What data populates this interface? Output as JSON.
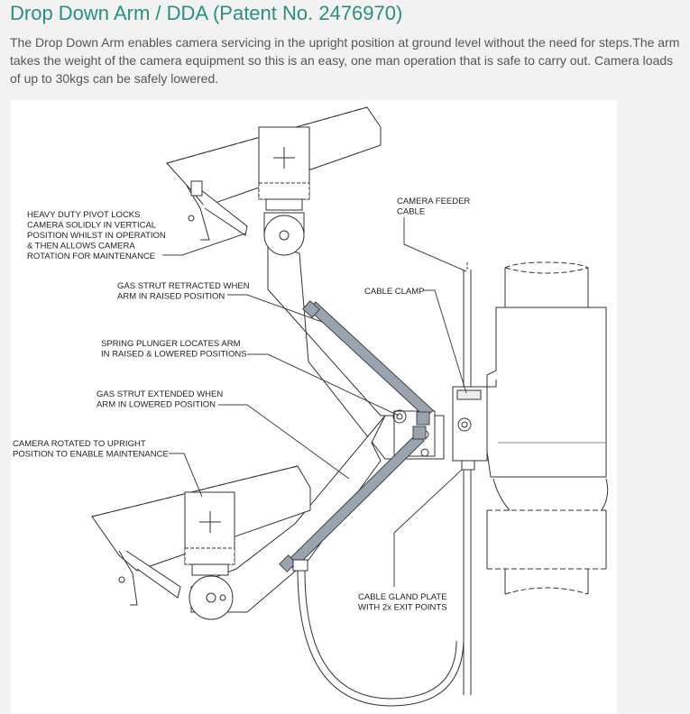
{
  "page": {
    "title": "Drop Down Arm / DDA (Patent No. 2476970)",
    "intro": "The Drop Down Arm enables camera servicing in the upright position at ground level without the need for steps.The arm takes the weight of the camera equipment so this is an easy, one man operation that is safe to carry out. Camera loads of up to 30kgs can be safely lowered."
  },
  "diagram": {
    "labels": {
      "pivot_locks": [
        "HEAVY DUTY PIVOT LOCKS",
        "CAMERA SOLIDLY IN VERTICAL",
        "POSITION WHILST IN OPERATION",
        "& THEN ALLOWS CAMERA",
        "ROTATION FOR MAINTENANCE"
      ],
      "strut_retracted": [
        "GAS STRUT RETRACTED WHEN",
        "ARM IN RAISED POSITION"
      ],
      "spring_plunger": [
        "SPRING PLUNGER LOCATES ARM",
        "IN RAISED & LOWERED POSITIONS"
      ],
      "strut_extended": [
        "GAS STRUT EXTENDED WHEN",
        "ARM IN LOWERED POSITION"
      ],
      "camera_rotated": [
        "CAMERA ROTATED TO UPRIGHT",
        "POSITION TO ENABLE MAINTENANCE"
      ],
      "feeder_cable": [
        "CAMERA FEEDER",
        "CABLE"
      ],
      "cable_clamp": [
        "CABLE CLAMP"
      ],
      "gland_plate": [
        "CABLE GLAND PLATE",
        "WITH 2x EXIT POINTS"
      ]
    }
  }
}
